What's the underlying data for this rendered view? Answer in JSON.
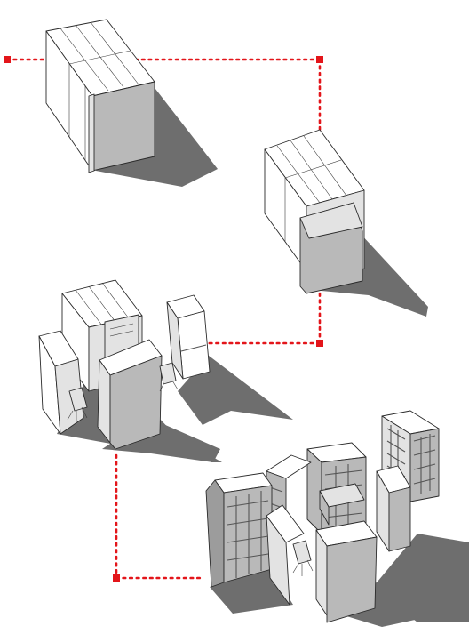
{
  "diagram": {
    "kind": "exploded axonometric sequence",
    "steps": [
      {
        "id": "closed-module"
      },
      {
        "id": "door-opening"
      },
      {
        "id": "opened-workstations"
      },
      {
        "id": "cluster-with-shelving"
      }
    ],
    "colors": {
      "connector": "#e3151a",
      "shadow": "#6e6e6e",
      "panel_front": "#b9b9b9",
      "panel_light": "#ffffff",
      "outline": "#2b2b2b"
    }
  }
}
